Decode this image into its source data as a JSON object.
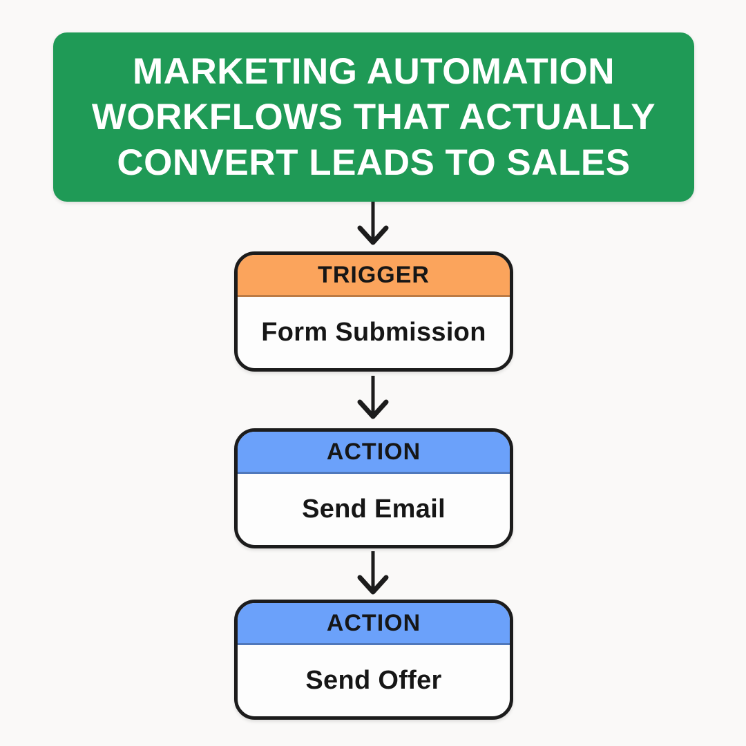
{
  "page": {
    "background": "#faf9f8"
  },
  "banner": {
    "title_lines": [
      "MARKETING AUTOMATION",
      "WORKFLOWS THAT ACTUALLY",
      "CONVERT LEADS TO SALES"
    ],
    "background": "#1f9a56",
    "text_color": "#ffffff"
  },
  "flow": {
    "arrow_color": "#1c1c1c",
    "node_border_color": "#1c1c1c",
    "node_body_background": "#fdfdfd",
    "node_text_color": "#161616",
    "nodes": [
      {
        "type_label": "TRIGGER",
        "title": "Form Submission",
        "header_color": "#fba45c"
      },
      {
        "type_label": "ACTION",
        "title": "Send Email",
        "header_color": "#6ba1fa"
      },
      {
        "type_label": "ACTION",
        "title": "Send Offer",
        "header_color": "#6ba1fa"
      }
    ]
  }
}
